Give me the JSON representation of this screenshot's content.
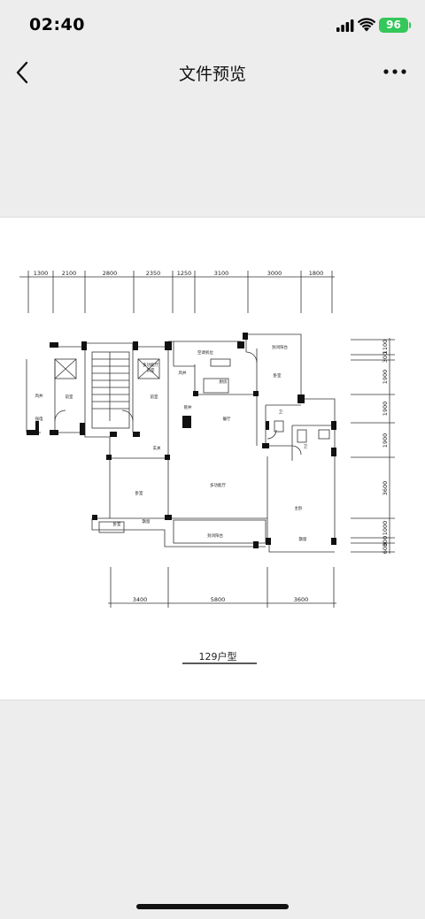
{
  "status_bar": {
    "time": "02:40",
    "battery": "96"
  },
  "nav": {
    "title": "文件预览"
  },
  "floorplan": {
    "top_dimensions": [
      "1300",
      "2100",
      "2800",
      "2350",
      "1250",
      "3100",
      "3000",
      "1800"
    ],
    "bottom_dimensions": [
      "3400",
      "5800",
      "3600"
    ],
    "right_dimensions": [
      "1100",
      "300",
      "1900",
      "1900",
      "1900",
      "3600",
      "1000",
      "300",
      "600"
    ],
    "rooms": {
      "balcony_top": "封闭阳台",
      "bedroom_right_top": "卧室",
      "wind_left": "风井",
      "front_room_left": "前室",
      "elevator_text_a": "多功能厅",
      "elevator_text_b": "前室",
      "front_room_right": "前室",
      "wind_right": "风井",
      "pipe_left": "强电",
      "pipe_right": "管井",
      "kitchen": "厨房",
      "dining": "餐厅",
      "bath_a": "卫",
      "bath_b": "卫",
      "entrance": "玄关",
      "second_bedroom": "卧室",
      "living": "多功能厅",
      "master_bedroom": "主卧",
      "cabinet_left": "飘窗",
      "cabinet_right": "飘窗",
      "balcony_bottom": "封闭阳台",
      "bedroom_bottom": "卧室",
      "aircon": "空调机位"
    },
    "caption": "129户型"
  }
}
